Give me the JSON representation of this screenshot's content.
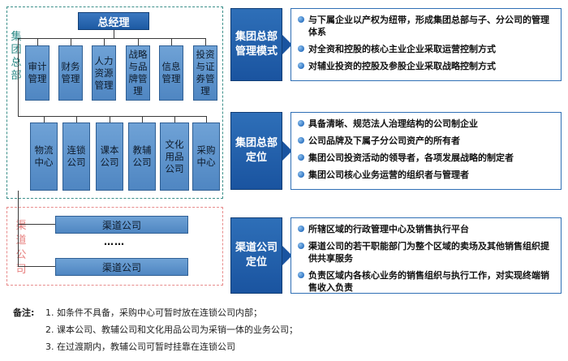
{
  "org_chart": {
    "group_label": "集团总部",
    "ceo": "总经理",
    "departments": [
      "审计管理",
      "财务管理",
      "人力资源管理",
      "战略与品牌管理",
      "信息管理",
      "投资与证券管理"
    ],
    "centers": [
      "物流中心",
      "连锁公司",
      "课本公司",
      "教辅公司",
      "文化用品公司",
      "采购中心"
    ],
    "channel_label": "渠道公司",
    "channel_company_1": "渠道公司",
    "channel_ellipsis": "……",
    "channel_company_2": "渠道公司"
  },
  "panels": [
    {
      "heading": "集团总部管理模式",
      "items": [
        "与下属企业以产权为纽带，形成集团总部与子、分公司的管理体系",
        "对全资和控股的核心主业企业采取运营控制方式",
        "对辅业投资的控股及参股企业采取战略控制方式"
      ]
    },
    {
      "heading": "集团总部定位",
      "items": [
        "具备清晰、规范法人治理结构的公司制企业",
        "公司品牌及下属子分公司资产的所有者",
        "集团公司投资活动的领导者，各项发展战略的制定者",
        "集团公司核心业务运营的组织者与管理者"
      ]
    },
    {
      "heading": "渠道公司定位",
      "items": [
        "所辖区域的行政管理中心及销售执行平台",
        "渠道公司的若干职能部门为整个区域的卖场及其他销售组织提供共享服务",
        "负责区域内各核心业务的销售组织与执行工作，对实现终端销售收入负责"
      ]
    }
  ],
  "notes": {
    "label": "备注:",
    "items": [
      "1.  如条件不具备，采购中心可暂时放在连锁公司内部；",
      "2.  课本公司、教辅公司和文化用品公司为采销一体的业务公司；",
      "3.  在过渡期内，教辅公司可暂时挂靠在连锁公司"
    ]
  },
  "colors": {
    "box_blue": "#5b93cc",
    "heading_blue": "#1a54a0",
    "group_frame": "#3b8f8a",
    "channel_frame": "#e88c8c"
  }
}
